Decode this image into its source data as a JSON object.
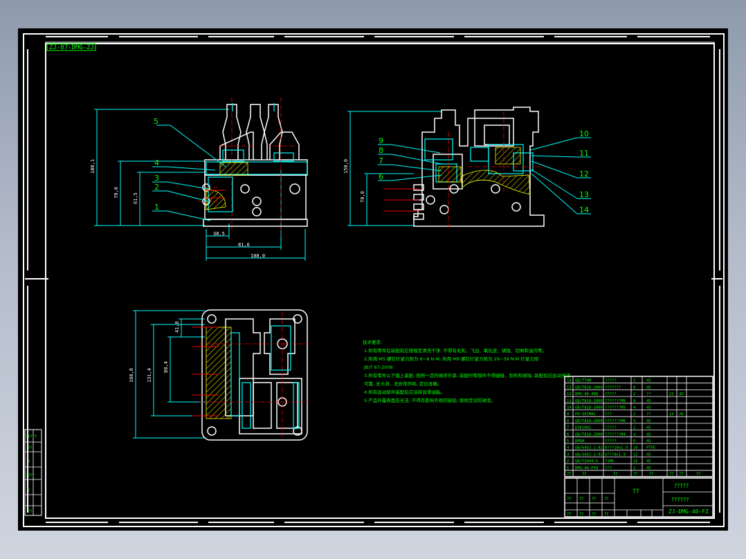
{
  "drawing_code_top": "ZJ-07-DMG-ZJ",
  "drawing_code": "ZJ-DMG-40-FZ",
  "balloons": [
    "1",
    "2",
    "3",
    "4",
    "5",
    "6",
    "7",
    "8",
    "9",
    "10",
    "11",
    "12",
    "13",
    "14"
  ],
  "dimensions": {
    "front_height_total": "180,1",
    "front_height_mid": "70,0",
    "front_height_low": "61,5",
    "front_width_a": "38,5",
    "front_width_b": "81,6",
    "front_width_total": "108,0",
    "side_height_total": "150,0",
    "side_height_low": "70,0",
    "top_height_total": "168,8",
    "top_height_mid": "131,4",
    "top_height_inner": "80,4",
    "top_height_small": "41,8"
  },
  "tech_notes": {
    "title": "技术要求:",
    "lines": [
      "1.所有零件在装配前应按规定清洗干净, 不得有毛刺、飞边、氧化皮、锈蚀、切屑和油污等。",
      "2.所用 M5 螺钉拧紧力矩为 6~8 N·M; 所用 M8 螺钉拧紧力矩为 29~39 N·M 拧紧力矩",
      "  JB/T 67-2006",
      "3.所有零件以下面上装配, 按照一定的顺序拧紧, 装配时零部件不得磕碰、划伤和锈蚀, 装配后应运动灵活",
      "  可靠, 无卡滞、无异常声响, 定位准确。",
      "4.所有运动部件装配后应涂抹润滑油脂。",
      "5.产品外露表面应光洁, 不得有影响外观的缺陷, 按规定涂防锈漆。"
    ]
  },
  "parts_list": [
    {
      "no": "14",
      "code": "GB/T70M",
      "name": "?????",
      "qty": "2",
      "mat": "45",
      "w": "",
      "t": ""
    },
    {
      "no": "13",
      "code": "GB/T818-2000",
      "name": "???????",
      "qty": "8",
      "mat": "45",
      "w": "",
      "t": ""
    },
    {
      "no": "12",
      "code": "DMG-40-408",
      "name": "?????",
      "qty": "2",
      "mat": "??",
      "w": "21",
      "t": "42"
    },
    {
      "no": "11",
      "code": "GB/T818-2000",
      "name": "???????M8",
      "qty": "8",
      "mat": "45",
      "w": "",
      "t": ""
    },
    {
      "no": "10",
      "code": "GB/T818-2000",
      "name": "???????M5",
      "qty": "4",
      "mat": "45",
      "w": "",
      "t": ""
    },
    {
      "no": "9",
      "code": "P4-35CMAC",
      "name": "???",
      "qty": "2",
      "mat": "??",
      "w": "13",
      "t": "26"
    },
    {
      "no": "8",
      "code": "GB/T818-2000",
      "name": "???????M6",
      "qty": "4",
      "mat": "45",
      "w": "",
      "t": ""
    },
    {
      "no": "7",
      "code": "DJK10A1",
      "name": "?????",
      "qty": "2",
      "mat": "45",
      "w": "",
      "t": ""
    },
    {
      "no": "6",
      "code": "GB/T818-2000",
      "name": "???????M4",
      "qty": "4",
      "mat": "45",
      "w": "",
      "t": ""
    },
    {
      "no": "5",
      "code": "DMGH",
      "name": "?????",
      "qty": "6",
      "mat": "45",
      "w": "",
      "t": ""
    },
    {
      "no": "4",
      "code": "GB/6452.1-92",
      "name": "O???10x1.9",
      "qty": "16",
      "mat": "PTFE",
      "w": "",
      "t": ""
    },
    {
      "no": "3",
      "code": "GB/3452.1-92",
      "name": "O???8x1.9",
      "qty": "12",
      "mat": "45",
      "w": "",
      "t": ""
    },
    {
      "no": "2",
      "code": "GB/T2044-4",
      "name": "?1Mh",
      "qty": "12",
      "mat": "45",
      "w": "",
      "t": ""
    },
    {
      "no": "1",
      "code": "DMG-40-PY8",
      "name": "???",
      "qty": "1",
      "mat": "45",
      "w": "",
      "t": ""
    }
  ],
  "parts_header": {
    "no": "??",
    "code": "??",
    "name": "??",
    "qty": "??",
    "mat": "??",
    "w": "??",
    "t": "??",
    "note": "??"
  },
  "title_block": {
    "name": "??",
    "company": "?????",
    "drawing_title": "??????",
    "code": "ZJ-DMG-40-FZ",
    "labels": [
      "??",
      "??",
      "??",
      "??",
      "??",
      "??",
      "??",
      "??"
    ]
  },
  "left_strip": [
    "?????",
    "??",
    "?",
    "????",
    "?",
    "??"
  ],
  "colors": {
    "background": "#000000",
    "frame": "#ffffff",
    "outline": "#00ffff",
    "dimension": "#00ff00",
    "center_line": "#ff0000",
    "hidden": "#ffff00",
    "hatch": "#ffff00"
  }
}
